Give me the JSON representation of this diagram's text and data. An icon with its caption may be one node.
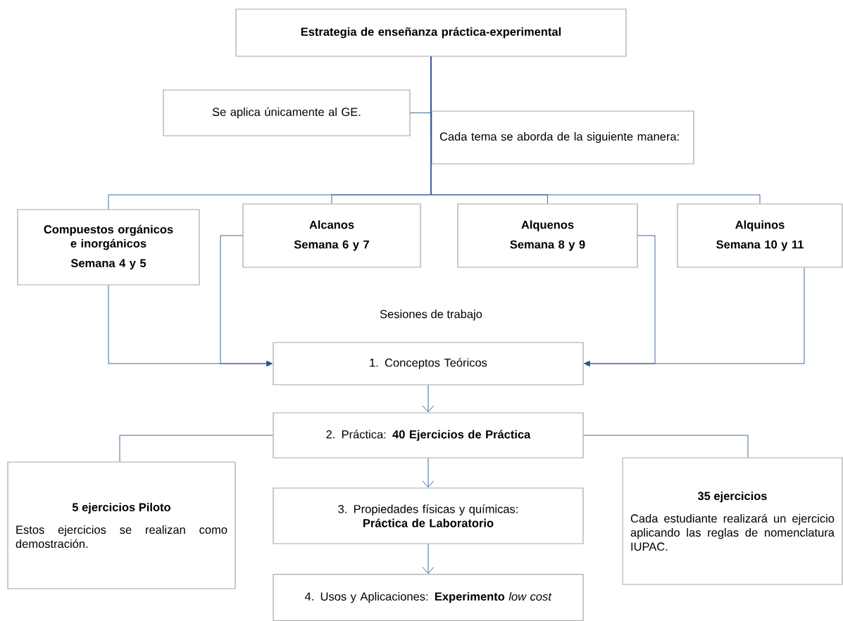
{
  "diagram": {
    "nodes": [
      {
        "text": [
          "Estrategia de enseñanza práctica-experimental"
        ]
      },
      {
        "text": [
          "Se aplica únicamente al GE."
        ]
      },
      {
        "text": [
          "Cada tema se aborda de la siguiente manera:"
        ]
      },
      {
        "text": [
          "Compuestos orgánicos e inorgánicos",
          "Semana 4 y 5"
        ]
      },
      {
        "text": [
          "Alcanos",
          "Semana 6 y 7"
        ]
      },
      {
        "text": [
          "Alquenos",
          "Semana 8 y 9"
        ]
      },
      {
        "text": [
          "Alquinos",
          "Semana 10 y 11"
        ]
      },
      {
        "text": [
          "1. Conceptos Teóricos"
        ]
      },
      {
        "text": [
          "2. Práctica: **40 Ejercicios de Práctica**"
        ]
      },
      {
        "text": [
          "5 ejercicios Piloto",
          "Estos ejercicios se realizan como demostración."
        ]
      },
      {
        "text": [
          "3. Propiedades físicas y químicas: **Práctica de Laboratorio**"
        ]
      },
      {
        "text": [
          "35 ejercicios",
          "Cada estudiante realizará un ejercicio aplicando las reglas de nomenclatura IUPAC."
        ]
      },
      {
        "text": [
          "4. Usos y Aplicaciones: **Experimento** *low cost*"
        ]
      }
    ],
    "edges": [
      {
        "from": 0,
        "to": 1,
        "arrow": "none"
      },
      {
        "from": 0,
        "to": 2,
        "arrow": "none"
      },
      {
        "from": 0,
        "to": 3,
        "arrow": "none"
      },
      {
        "from": 0,
        "to": 4,
        "arrow": "none"
      },
      {
        "from": 0,
        "to": 5,
        "arrow": "none"
      },
      {
        "from": 0,
        "to": 6,
        "arrow": "none"
      },
      {
        "from": 3,
        "to": 7,
        "arrow": "to"
      },
      {
        "from": 4,
        "to": 7,
        "arrow": "to"
      },
      {
        "from": 5,
        "to": 7,
        "arrow": "to"
      },
      {
        "from": 6,
        "to": 7,
        "arrow": "to"
      },
      {
        "from": 7,
        "to": 8,
        "arrow": "to"
      },
      {
        "from": 8,
        "to": 10,
        "arrow": "to"
      },
      {
        "from": 10,
        "to": 12,
        "arrow": "to"
      },
      {
        "from": 8,
        "to": 9,
        "arrow": "none"
      },
      {
        "from": 8,
        "to": 11,
        "arrow": "none"
      }
    ],
    "labels": [
      "Sesiones de trabajo"
    ]
  }
}
